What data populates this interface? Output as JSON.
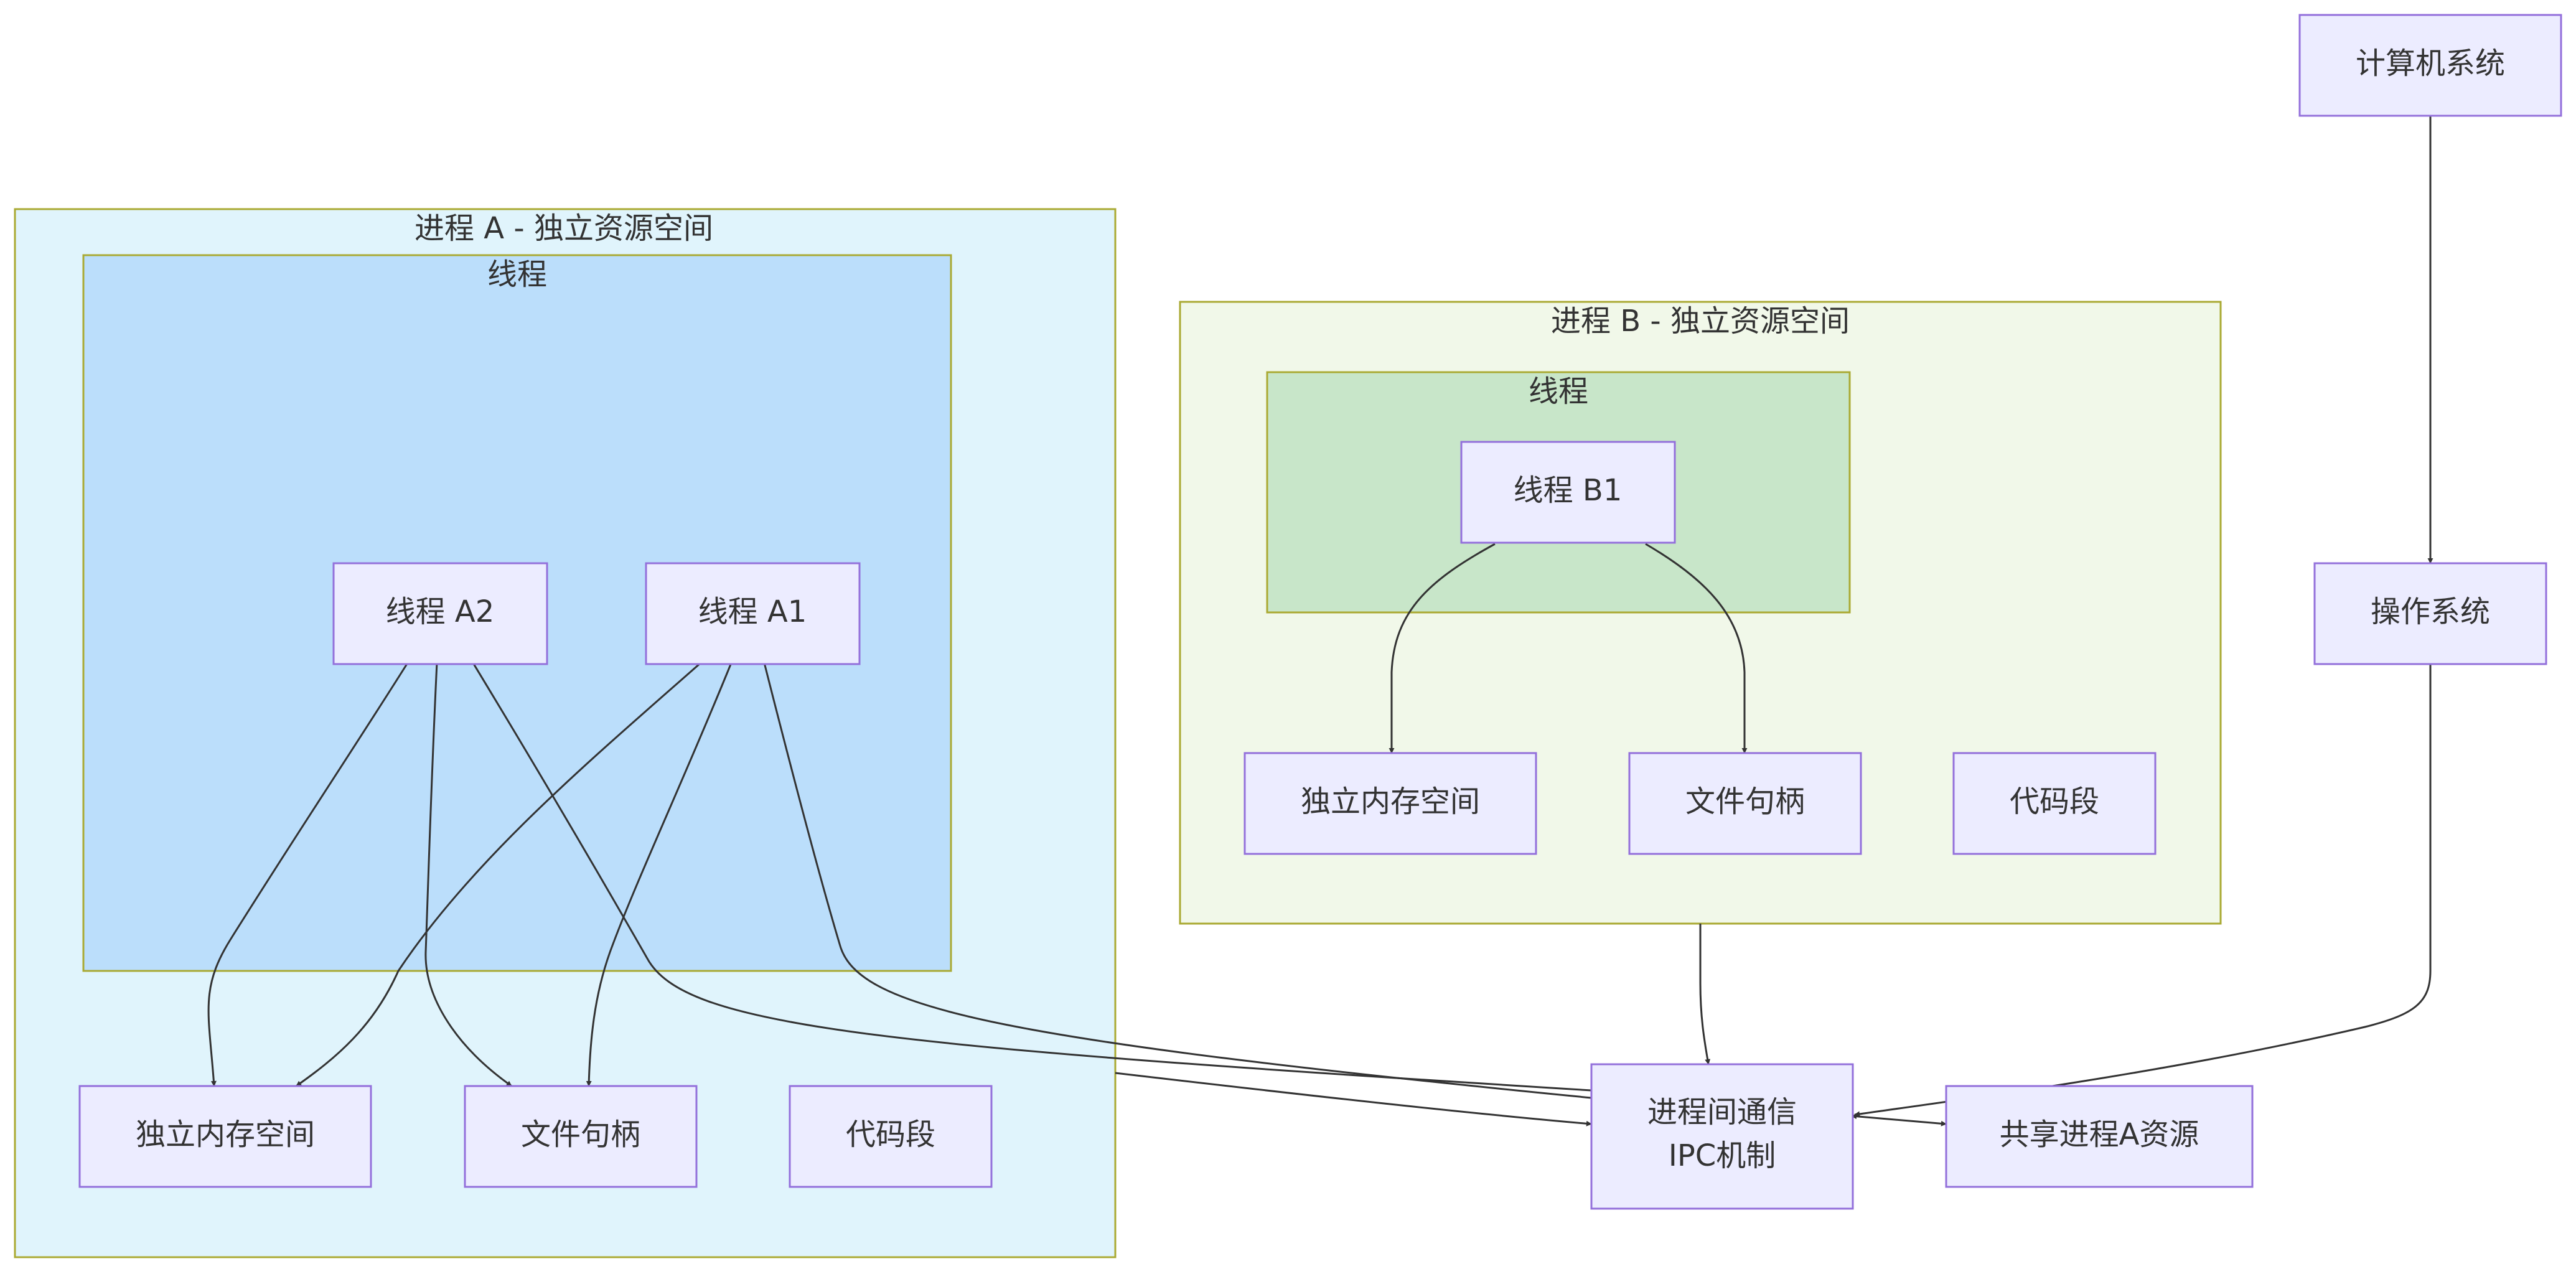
{
  "colors": {
    "node_fill": "#ECECFF",
    "node_stroke": "#9370DB",
    "cluster_stroke": "#AAAA33",
    "process_a_fill": "#E0F4FC",
    "thread_a_fill": "#BBDEFB",
    "process_b_fill": "#F1F8E9",
    "thread_b_fill": "#C8E6C9",
    "edge": "#333333",
    "text": "#333333"
  },
  "clusters": {
    "process_a": {
      "label": "进程 A - 独立资源空间"
    },
    "thread_a": {
      "label": "线程"
    },
    "process_b": {
      "label": "进程 B - 独立资源空间"
    },
    "thread_b": {
      "label": "线程"
    }
  },
  "nodes": {
    "computer_system": {
      "label": "计算机系统"
    },
    "os": {
      "label": "操作系统"
    },
    "thread_a2": {
      "label": "线程 A2"
    },
    "thread_a1": {
      "label": "线程 A1"
    },
    "mem_a": {
      "label": "独立内存空间"
    },
    "file_a": {
      "label": "文件句柄"
    },
    "code_a": {
      "label": "代码段"
    },
    "thread_b1": {
      "label": "线程 B1"
    },
    "mem_b": {
      "label": "独立内存空间"
    },
    "file_b": {
      "label": "文件句柄"
    },
    "code_b": {
      "label": "代码段"
    },
    "ipc": {
      "label_line1": "进程间通信",
      "label_line2": "IPC机制"
    },
    "shared": {
      "label": "共享进程A资源"
    }
  }
}
